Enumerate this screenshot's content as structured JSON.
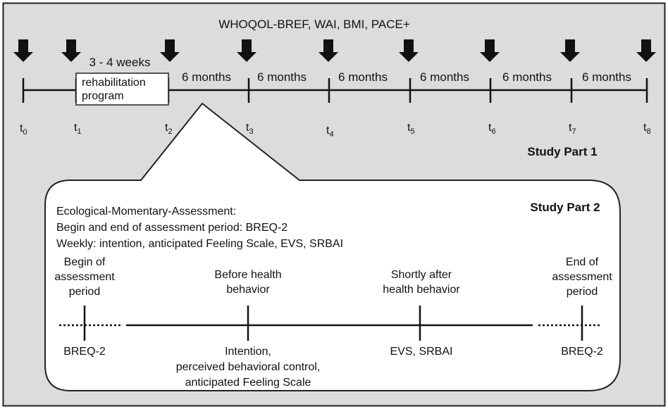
{
  "header": {
    "measures": "WHOQOL-BREF, WAI, BMI, PACE+"
  },
  "part1": {
    "title": "Study Part 1",
    "rehab_duration": "3 - 4 weeks",
    "rehab_box": [
      "rehabilitation",
      "program"
    ],
    "timepoints": [
      {
        "base": "t",
        "sub": "0"
      },
      {
        "base": "t",
        "sub": "1"
      },
      {
        "base": "t",
        "sub": "2"
      },
      {
        "base": "t",
        "sub": "3"
      },
      {
        "base": "t",
        "sub": "4"
      },
      {
        "base": "t",
        "sub": "5"
      },
      {
        "base": "t",
        "sub": "6"
      },
      {
        "base": "t",
        "sub": "7"
      },
      {
        "base": "t",
        "sub": "8"
      }
    ],
    "intervals": [
      "6 months",
      "6 months",
      "6 months",
      "6 months",
      "6 months",
      "6 months"
    ]
  },
  "part2": {
    "title": "Study Part 2",
    "info_lines": [
      "Ecological-Momentary-Assessment:",
      "Begin and end of assessment period: BREQ-2",
      "Weekly: intention, anticipated Feeling Scale, EVS, SRBAI"
    ],
    "phases": [
      {
        "top": [
          "Begin of",
          "assessment",
          "period"
        ],
        "bottom": [
          "BREQ-2"
        ]
      },
      {
        "top": [
          "Before health",
          "behavior"
        ],
        "bottom": [
          "Intention,",
          "perceived behavioral control,",
          "anticipated Feeling Scale"
        ]
      },
      {
        "top": [
          "Shortly after",
          "health behavior"
        ],
        "bottom": [
          "EVS, SRBAI"
        ]
      },
      {
        "top": [
          "End of",
          "assessment",
          "period"
        ],
        "bottom": [
          "BREQ-2"
        ]
      }
    ]
  }
}
